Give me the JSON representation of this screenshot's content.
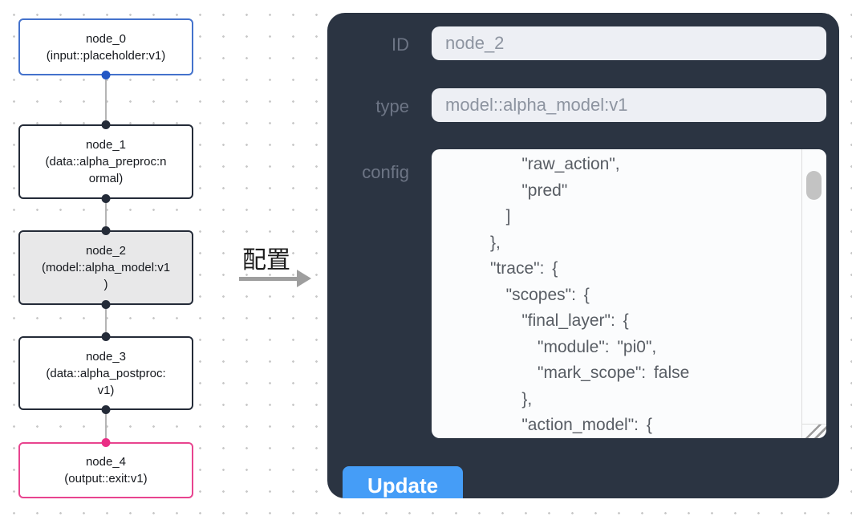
{
  "flow": {
    "nodes": [
      {
        "title": "node_0",
        "subtitle": "(input::placeholder:v1)",
        "border_color": "#4472cc",
        "fill": "#ffffff",
        "port_color": "#2257c5"
      },
      {
        "title": "node_1",
        "subtitle": "(data::alpha_preproc:n\normal)",
        "border_color": "#242b38",
        "fill": "#ffffff",
        "port_color": "#242b38"
      },
      {
        "title": "node_2",
        "subtitle": "(model::alpha_model:v1\n)",
        "border_color": "#242b38",
        "fill": "#e8e8e9",
        "port_color": "#242b38",
        "selected": true
      },
      {
        "title": "node_3",
        "subtitle": "(data::alpha_postproc:\nv1)",
        "border_color": "#242b38",
        "fill": "#ffffff",
        "port_color": "#242b38"
      },
      {
        "title": "node_4",
        "subtitle": "(output::exit:v1)",
        "border_color": "#e8448f",
        "fill": "#ffffff",
        "port_color": "#ea2e85"
      }
    ],
    "edge_color": "#b5b5b5",
    "canvas_dot_color": "#c9c9c9"
  },
  "annotation": {
    "label": "配置",
    "arrow_color": "#9e9e9e"
  },
  "panel": {
    "bg_color": "#2b3442",
    "id_field": {
      "label": "ID",
      "value": "node_2"
    },
    "type_field": {
      "label": "type",
      "value": "model::alpha_model:v1"
    },
    "config_field": {
      "label": "config",
      "text": "          \"raw_action\",\n          \"pred\"\n        ]\n      },\n      \"trace\": {\n        \"scopes\": {\n          \"final_layer\": {\n            \"module\": \"pi0\",\n            \"mark_scope\": false\n          },\n          \"action_model\": {"
    },
    "input_bg_color": "#edeff4",
    "update_label": "Update",
    "update_bg_color": "#459df7"
  }
}
